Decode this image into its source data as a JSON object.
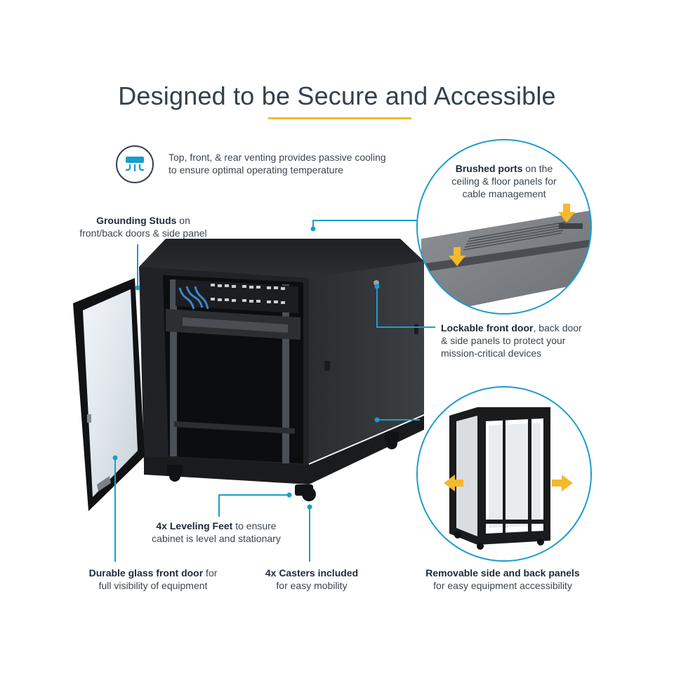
{
  "title": "Designed to be Secure and Accessible",
  "colors": {
    "accent_line": "#1b9dcc",
    "underline": "#f5b92b",
    "arrow": "#f5b92b",
    "text": "#3a4550"
  },
  "icons": {
    "venting": "air-vent-icon",
    "arrows": "yellow-arrow-icon"
  },
  "callouts": {
    "venting": {
      "line1": "Top, front, & rear venting provides passive cooling",
      "line2": "to ensure optimal operating temperature"
    },
    "grounding": {
      "bold": "Grounding Studs",
      "line1_rest": " on",
      "line2": "front/back doors & side panel"
    },
    "brushed": {
      "bold": "Brushed ports",
      "line1_rest": " on the",
      "line2": "ceiling & floor panels for",
      "line3": "cable management"
    },
    "lockable": {
      "bold": "Lockable front door",
      "line1_rest": ", back door",
      "line2": "& side panels to protect your",
      "line3": "mission-critical devices"
    },
    "leveling": {
      "bold": "4x Leveling Feet",
      "line1_rest": " to ensure",
      "line2": "cabinet is level and stationary"
    },
    "glass": {
      "bold": "Durable glass front door",
      "line1_rest": " for",
      "line2": "full visibility of equipment"
    },
    "casters": {
      "bold": "4x Casters included",
      "line2": "for easy mobility"
    },
    "removable": {
      "bold": "Removable side and back panels",
      "line2": "for easy equipment accessibility"
    }
  }
}
